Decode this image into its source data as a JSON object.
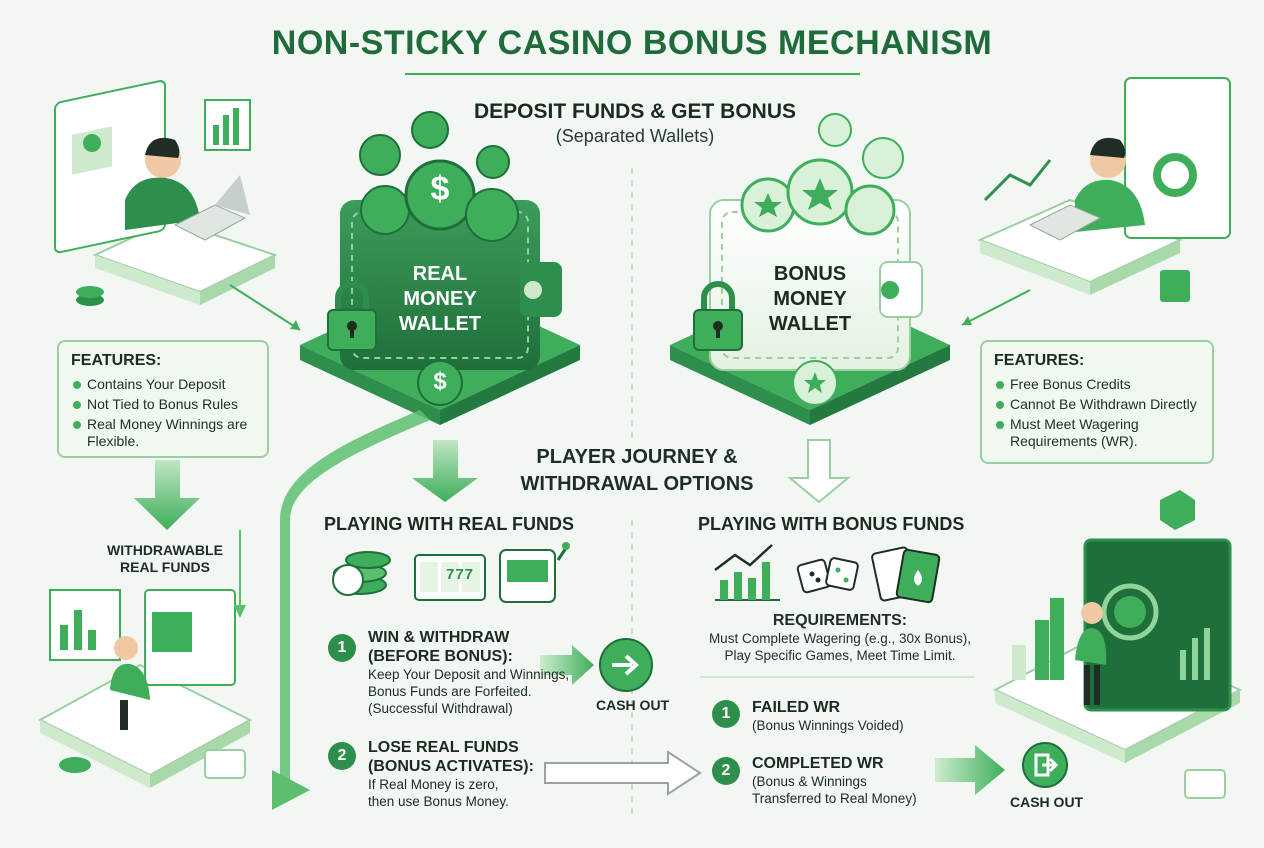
{
  "title": "NON-STICKY CASINO BONUS MECHANISM",
  "deposit": {
    "heading": "DEPOSIT FUNDS & GET BONUS",
    "sub": "(Separated Wallets)"
  },
  "real_wallet": {
    "line1": "REAL",
    "line2": "MONEY",
    "line3": "WALLET"
  },
  "bonus_wallet": {
    "line1": "BONUS",
    "line2": "MONEY",
    "line3": "WALLET"
  },
  "left_features": {
    "heading": "FEATURES:",
    "items": [
      "Contains Your Deposit",
      "Not Tied to Bonus Rules",
      "Real Money Winnings are Flexible."
    ]
  },
  "right_features": {
    "heading": "FEATURES:",
    "items": [
      "Free Bonus Credits",
      "Cannot Be Withdrawn Directly",
      "Must Meet Wagering Requirements (WR)."
    ]
  },
  "withdrawable": {
    "line1": "WITHDRAWABLE",
    "line2": "REAL FUNDS"
  },
  "journey": {
    "line1": "PLAYER JOURNEY &",
    "line2": "WITHDRAWAL OPTIONS"
  },
  "real_section": {
    "heading": "PLAYING WITH REAL FUNDS",
    "step1": {
      "num": "1",
      "h1": "WIN & WITHDRAW",
      "h2": "(BEFORE BONUS):",
      "t1": "Keep Your Deposit and Winnings,",
      "t2": "Bonus Funds are Forfeited.",
      "t3": "(Successful Withdrawal)"
    },
    "step2": {
      "num": "2",
      "h1": "LOSE REAL FUNDS",
      "h2": "(BONUS ACTIVATES):",
      "t1": "If Real Money is zero,",
      "t2": "then use Bonus Money."
    },
    "cash_out": "CASH OUT"
  },
  "bonus_section": {
    "heading": "PLAYING WITH BONUS FUNDS",
    "req_heading": "REQUIREMENTS:",
    "req1": "Must Complete Wagering (e.g., 30x Bonus),",
    "req2": "Play Specific Games, Meet Time Limit.",
    "step1": {
      "num": "1",
      "h": "FAILED WR",
      "t1": "(Bonus Winnings Voided)"
    },
    "step2": {
      "num": "2",
      "h": "COMPLETED WR",
      "t1": "(Bonus & Winnings",
      "t2": "Transferred to Real Money)"
    },
    "cash_out": "CASH OUT"
  },
  "icons": {
    "slot_symbols": "777",
    "dollar": "$",
    "colors": {
      "primary": "#2e8f4c",
      "light": "#3fae5b",
      "pale": "#e6f4e4",
      "dark_text": "#1c2a20"
    }
  }
}
